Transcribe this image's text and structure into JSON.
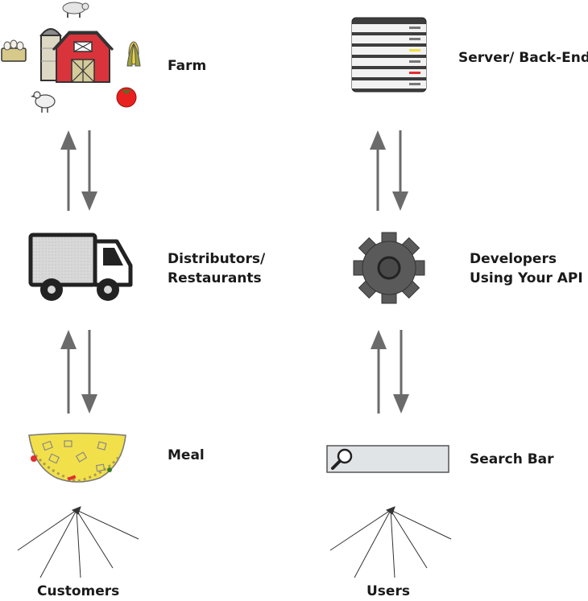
{
  "left_column": {
    "farm_label": "Farm",
    "distributors_label_line1": "Distributors/",
    "distributors_label_line2": "Restaurants",
    "meal_label": "Meal",
    "customers_label": "Customers"
  },
  "right_column": {
    "server_label": "Server/ Back-End",
    "developers_label_line1": "Developers",
    "developers_label_line2": "Using Your API",
    "search_bar_label": "Search Bar",
    "users_label": "Users"
  },
  "colors": {
    "arrow": "#6b6b6b",
    "barn_red": "#d9343b",
    "truck_body": "#d8d8d8",
    "meal_yellow": "#f2e04a",
    "gear": "#5a5a5a",
    "server": "#3d3d3d",
    "server_led_yellow": "#f0e040",
    "server_led_red": "#e03030",
    "search_bar": "#e1e4e6",
    "tomato": "#e82020"
  },
  "icons": [
    "farm-icon",
    "truck-icon",
    "meal-icon",
    "server-icon",
    "gear-icon",
    "search-bar-icon",
    "magnifier-icon"
  ]
}
